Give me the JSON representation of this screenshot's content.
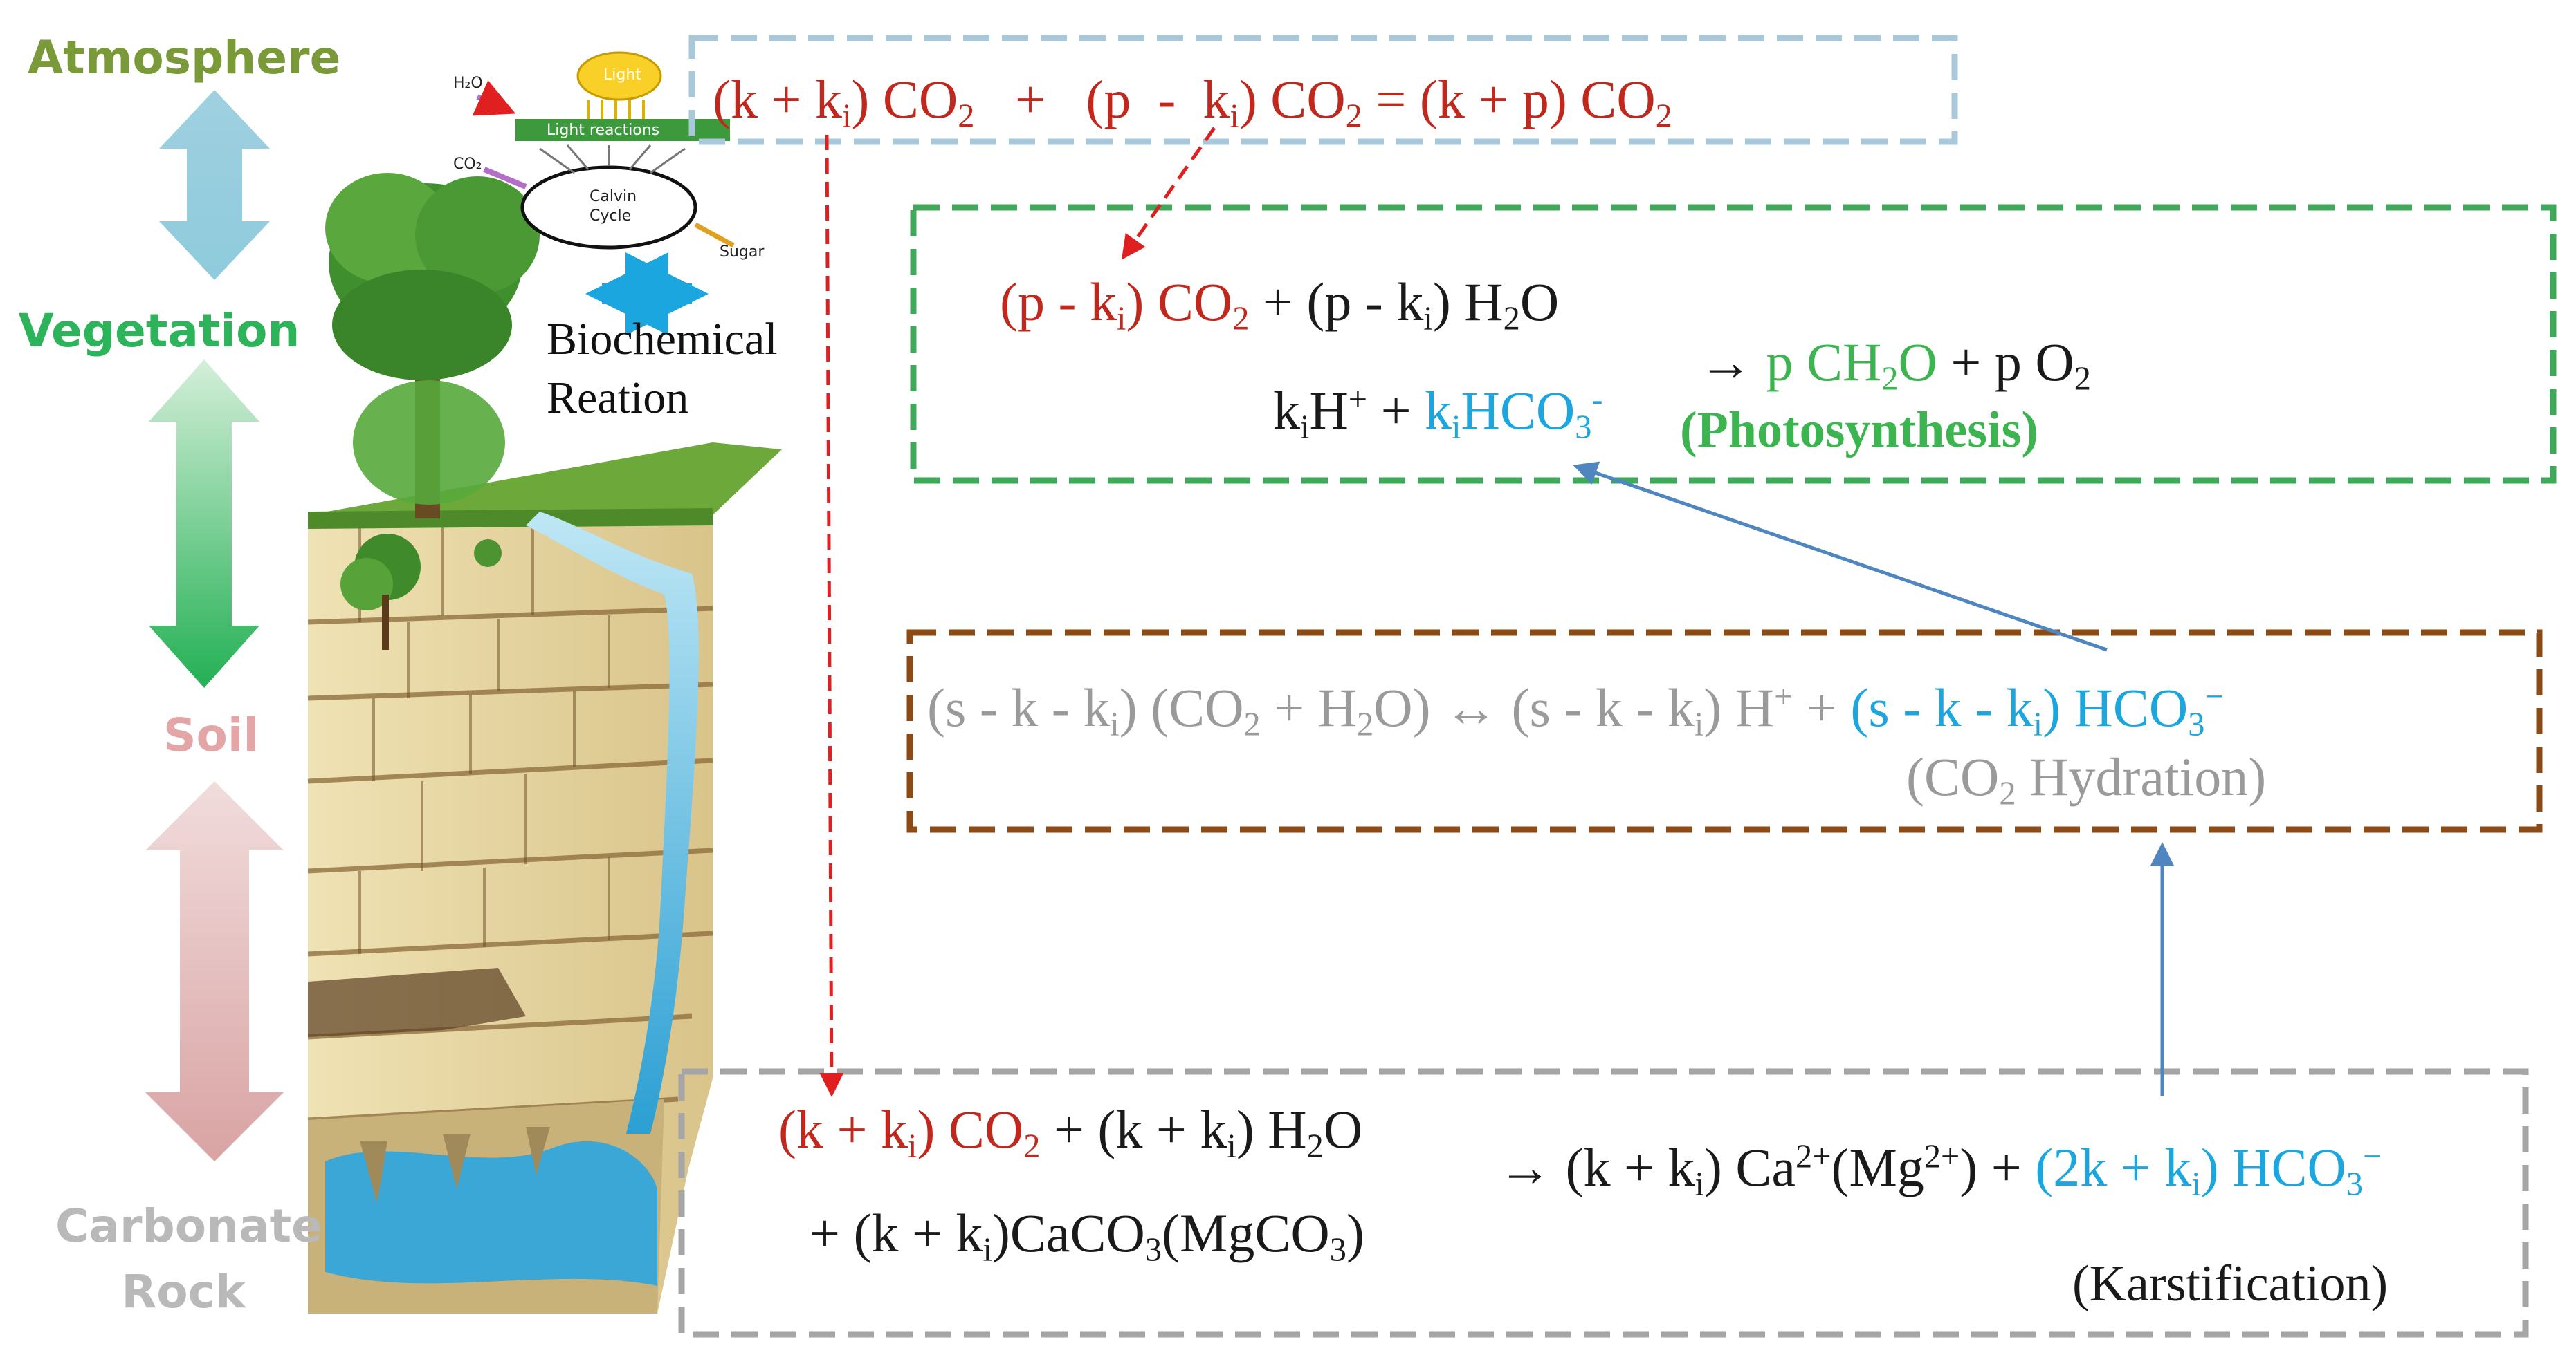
{
  "layers": {
    "atmosphere": "Atmosphere",
    "vegetation": "Vegetation",
    "soil": "Soil",
    "carbonate_line1": "Carbonate",
    "carbonate_line2": "Rock"
  },
  "biochemical": {
    "line1": "Biochemical",
    "line2": "Reation"
  },
  "photo_inset": {
    "light": "Light",
    "h2o": "H₂O",
    "light_reactions": "Light reactions",
    "co2": "CO₂",
    "calvin_line1": "Calvin",
    "calvin_line2": "Cycle",
    "sugar": "Sugar"
  },
  "reactions": {
    "top": "(k + kᵢ) CO₂ + (p - kᵢ) CO₂ = (k + p) CO₂",
    "photosynthesis": {
      "line1": "(p - kᵢ) CO₂ + (p - kᵢ) H₂O",
      "line2": "kᵢH⁺ + kᵢHCO₃⁻",
      "product": "→ p CH₂O + p O₂",
      "name": "(Photosynthesis)"
    },
    "hydration": {
      "equation": "(s - k - kᵢ) (CO₂ + H₂O) ↔ (s - k - kᵢ) H⁺ + (s - k - kᵢ) HCO₃⁻",
      "name": "(CO₂ Hydration)"
    },
    "karstification": {
      "line1": "(k + kᵢ) CO₂ + (k + kᵢ) H₂O",
      "line2": "+ (k + kᵢ)CaCO₃(MgCO₃)",
      "product": "→ (k + kᵢ) Ca²⁺(Mg²⁺) + (2k + kᵢ) HCO₃⁻",
      "name": "(Karstification)"
    }
  },
  "colors": {
    "atmosphere": "#7a9a3a",
    "vegetation": "#2db35a",
    "soil": "#e3a5a5",
    "carbonate": "#b9b9b9",
    "box_top": "#a9c9da",
    "box_photosynthesis": "#3fa85a",
    "box_hydration": "#8a4b16",
    "box_karst": "#a5a5a5",
    "reactant_red": "#c0281e",
    "bicarbonate_blue": "#1ba6e0",
    "product_green": "#3cb450",
    "connector_blue": "#4f86c0"
  }
}
